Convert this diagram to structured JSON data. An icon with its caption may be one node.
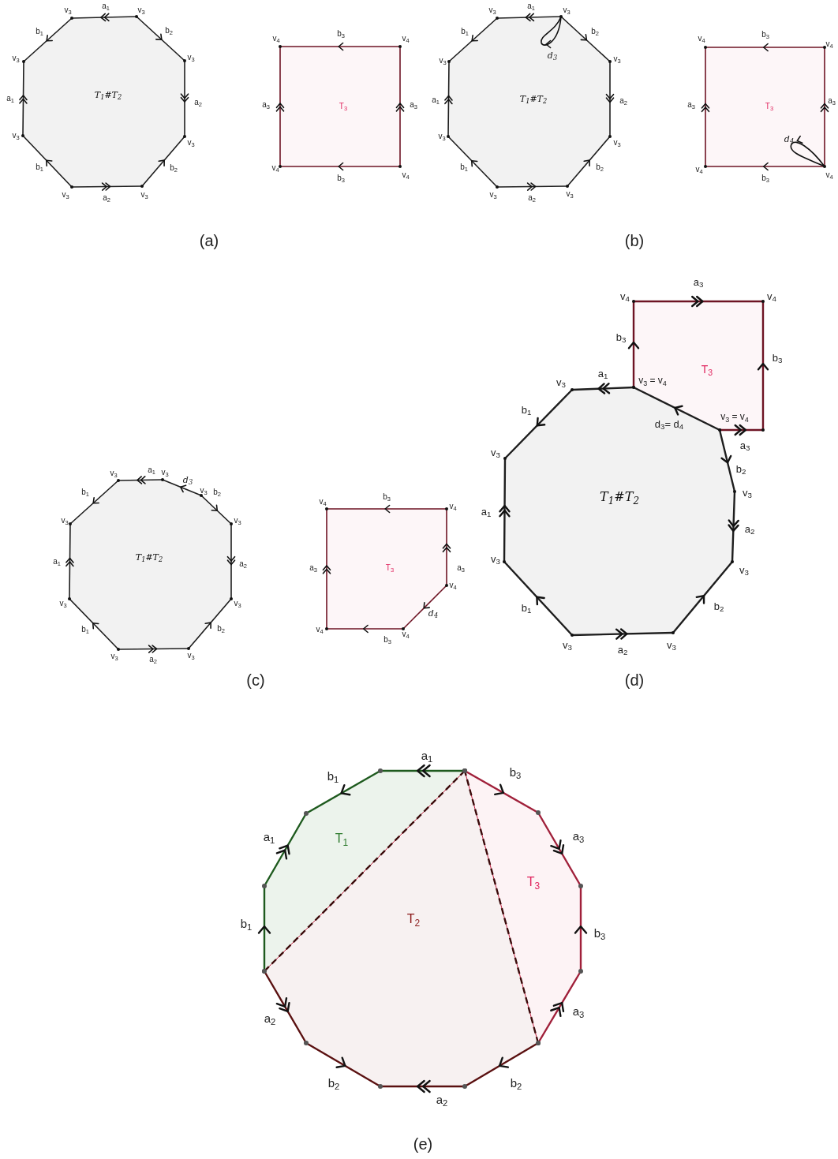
{
  "diagram": {
    "nodes": [
      {
        "text": [
          "T$_{1}$#T$_{2}$"
        ]
      },
      {
        "text": [
          "T$_{3}$"
        ]
      },
      {
        "text": [
          "T$_{1}$#T$_{2}$"
        ]
      },
      {
        "text": [
          "T$_{3}$"
        ]
      },
      {
        "text": [
          "T$_{1}$#T$_{2}$"
        ]
      },
      {
        "text": [
          "T$_{3}$"
        ]
      },
      {
        "text": [
          "T$_{1}$#T$_{2}$"
        ]
      },
      {
        "text": [
          "T$_{3}$"
        ]
      },
      {
        "text": [
          "T$_{1}$"
        ]
      },
      {
        "text": [
          "T$_{2}$"
        ]
      },
      {
        "text": [
          "T$_{3}$"
        ]
      }
    ],
    "labels": [
      "v$_{3}$",
      "a$_{1}$",
      "v$_{3}$",
      "b$_{2}$",
      "v$_{3}$",
      "a$_{2}$",
      "v$_{3}$",
      "b$_{2}$",
      "v$_{3}$",
      "a$_{2}$",
      "v$_{3}$",
      "b$_{1}$",
      "v$_{3}$",
      "a$_{1}$",
      "v$_{3}$",
      "b$_{1}$",
      "v$_{4}$",
      "b$_{3}$",
      "v$_{4}$",
      "a$_{3}$",
      "a$_{3}$",
      "v$_{4}$",
      "b$_{3}$",
      "v$_{4}$",
      "v$_{3}$",
      "a$_{1}$",
      "v$_{3}$",
      "b$_{2}$",
      "v$_{3}$",
      "a$_{2}$",
      "v$_{3}$",
      "b$_{2}$",
      "v$_{3}$",
      "a$_{2}$",
      "v$_{3}$",
      "b$_{1}$",
      "v$_{3}$",
      "a$_{1}$",
      "v$_{3}$",
      "b$_{1}$",
      "d$_{3}$",
      "v$_{4}$",
      "b$_{3}$",
      "v$_{4}$",
      "a$_{3}$",
      "a$_{3}$",
      "d$_{4}$",
      "v$_{4}$",
      "b$_{3}$",
      "v$_{4}$",
      "(a)",
      "(b)",
      "v$_{3}$",
      "a$_{1}$",
      "v$_{3}$",
      "d$_{3}$",
      "v$_{3}$",
      "b$_{2}$",
      "v$_{3}$",
      "a$_{2}$",
      "v$_{3}$",
      "b$_{2}$",
      "v$_{3}$",
      "a$_{2}$",
      "v$_{3}$",
      "b$_{1}$",
      "v$_{3}$",
      "a$_{1}$",
      "v$_{3}$",
      "b$_{1}$",
      "v$_{4}$",
      "b$_{3}$",
      "v$_{4}$",
      "a$_{3}$",
      "v$_{4}$",
      "d$_{4}$",
      "v$_{4}$",
      "b$_{3}$",
      "v$_{4}$",
      "a$_{3}$",
      "a$_{3}$",
      "v$_{4}$",
      "v$_{4}$",
      "b$_{3}$",
      "b$_{3}$",
      "v$_{3}$",
      "a$_{1}$",
      "v$_{3}$ = v$_{4}$",
      "v$_{3}$ = v$_{4}$",
      "d$_{3}$= d$_{4}$",
      "a$_{3}$",
      "b$_{1}$",
      "v$_{3}$",
      "b$_{2}$",
      "v$_{3}$",
      "a$_{1}$",
      "a$_{2}$",
      "v$_{3}$",
      "v$_{3}$",
      "b$_{1}$",
      "b$_{2}$",
      "v$_{3}$",
      "a$_{2}$",
      "v$_{3}$",
      "(c)",
      "(d)",
      "a$_{1}$",
      "b$_{1}$",
      "b$_{3}$",
      "a$_{1}$",
      "a$_{3}$",
      "b$_{1}$",
      "b$_{3}$",
      "a$_{2}$",
      "a$_{3}$",
      "b$_{2}$",
      "b$_{2}$",
      "a$_{2}$",
      "(e)"
    ]
  }
}
